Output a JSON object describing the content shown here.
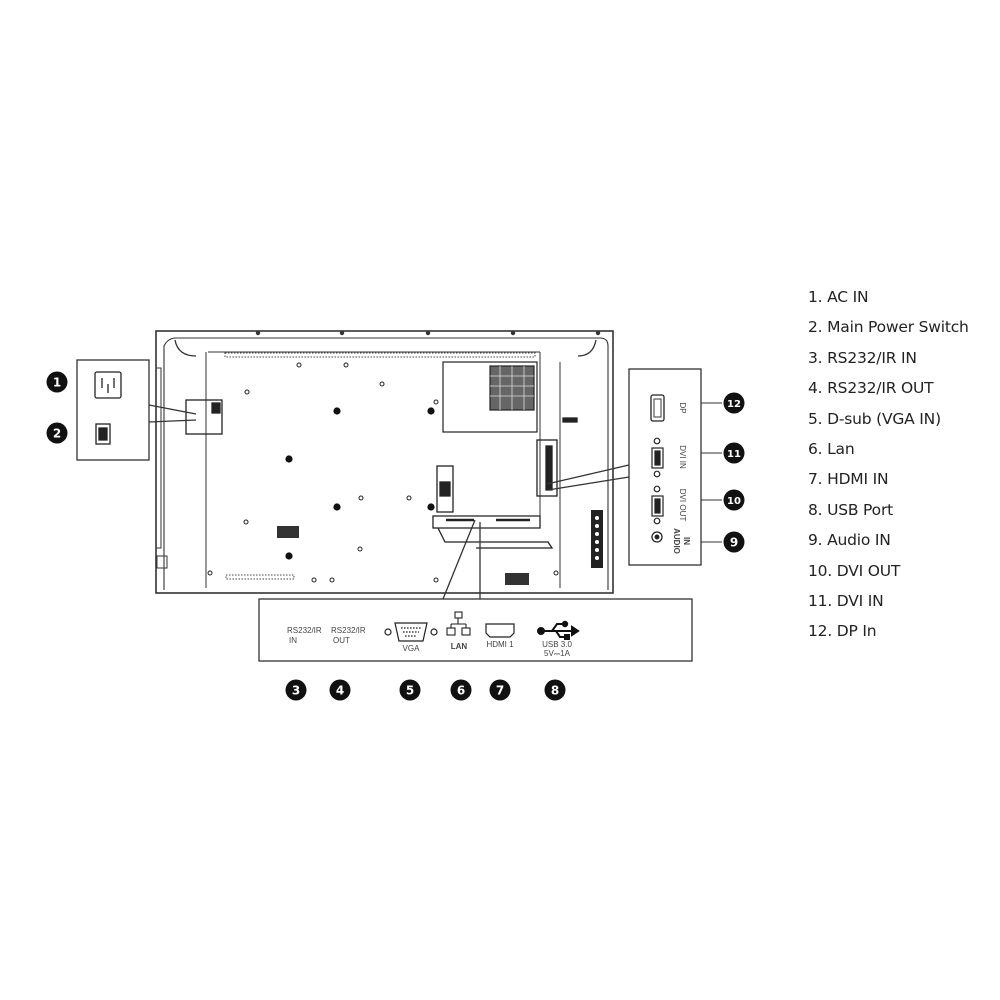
{
  "legend": [
    "1. AC IN",
    "2. Main Power Switch",
    "3. RS232/IR IN",
    "4. RS232/IR OUT",
    "5. D-sub (VGA IN)",
    "6. Lan",
    "7. HDMI IN",
    "8. USB Port",
    "9. Audio IN",
    "10. DVI OUT",
    "11. DVI IN",
    "12. DP In"
  ],
  "badges": {
    "b1": "1",
    "b2": "2",
    "b3": "3",
    "b4": "4",
    "b5": "5",
    "b6": "6",
    "b7": "7",
    "b8": "8",
    "b9": "9",
    "b10": "10",
    "b11": "11",
    "b12": "12"
  },
  "port_labels": {
    "rs232_in_1": "RS232/IR",
    "rs232_in_2": "IN",
    "rs232_out_1": "RS232/IR",
    "rs232_out_2": "OUT",
    "vga": "VGA",
    "lan": "LAN",
    "hdmi": "HDMI 1",
    "usb_1": "USB 3.0",
    "usb_2": "5V⎓1A",
    "dp": "DP",
    "dvi_in": "DVI IN",
    "dvi_out": "DVI OUT",
    "audio_1": "AUDIO",
    "audio_2": "IN"
  }
}
